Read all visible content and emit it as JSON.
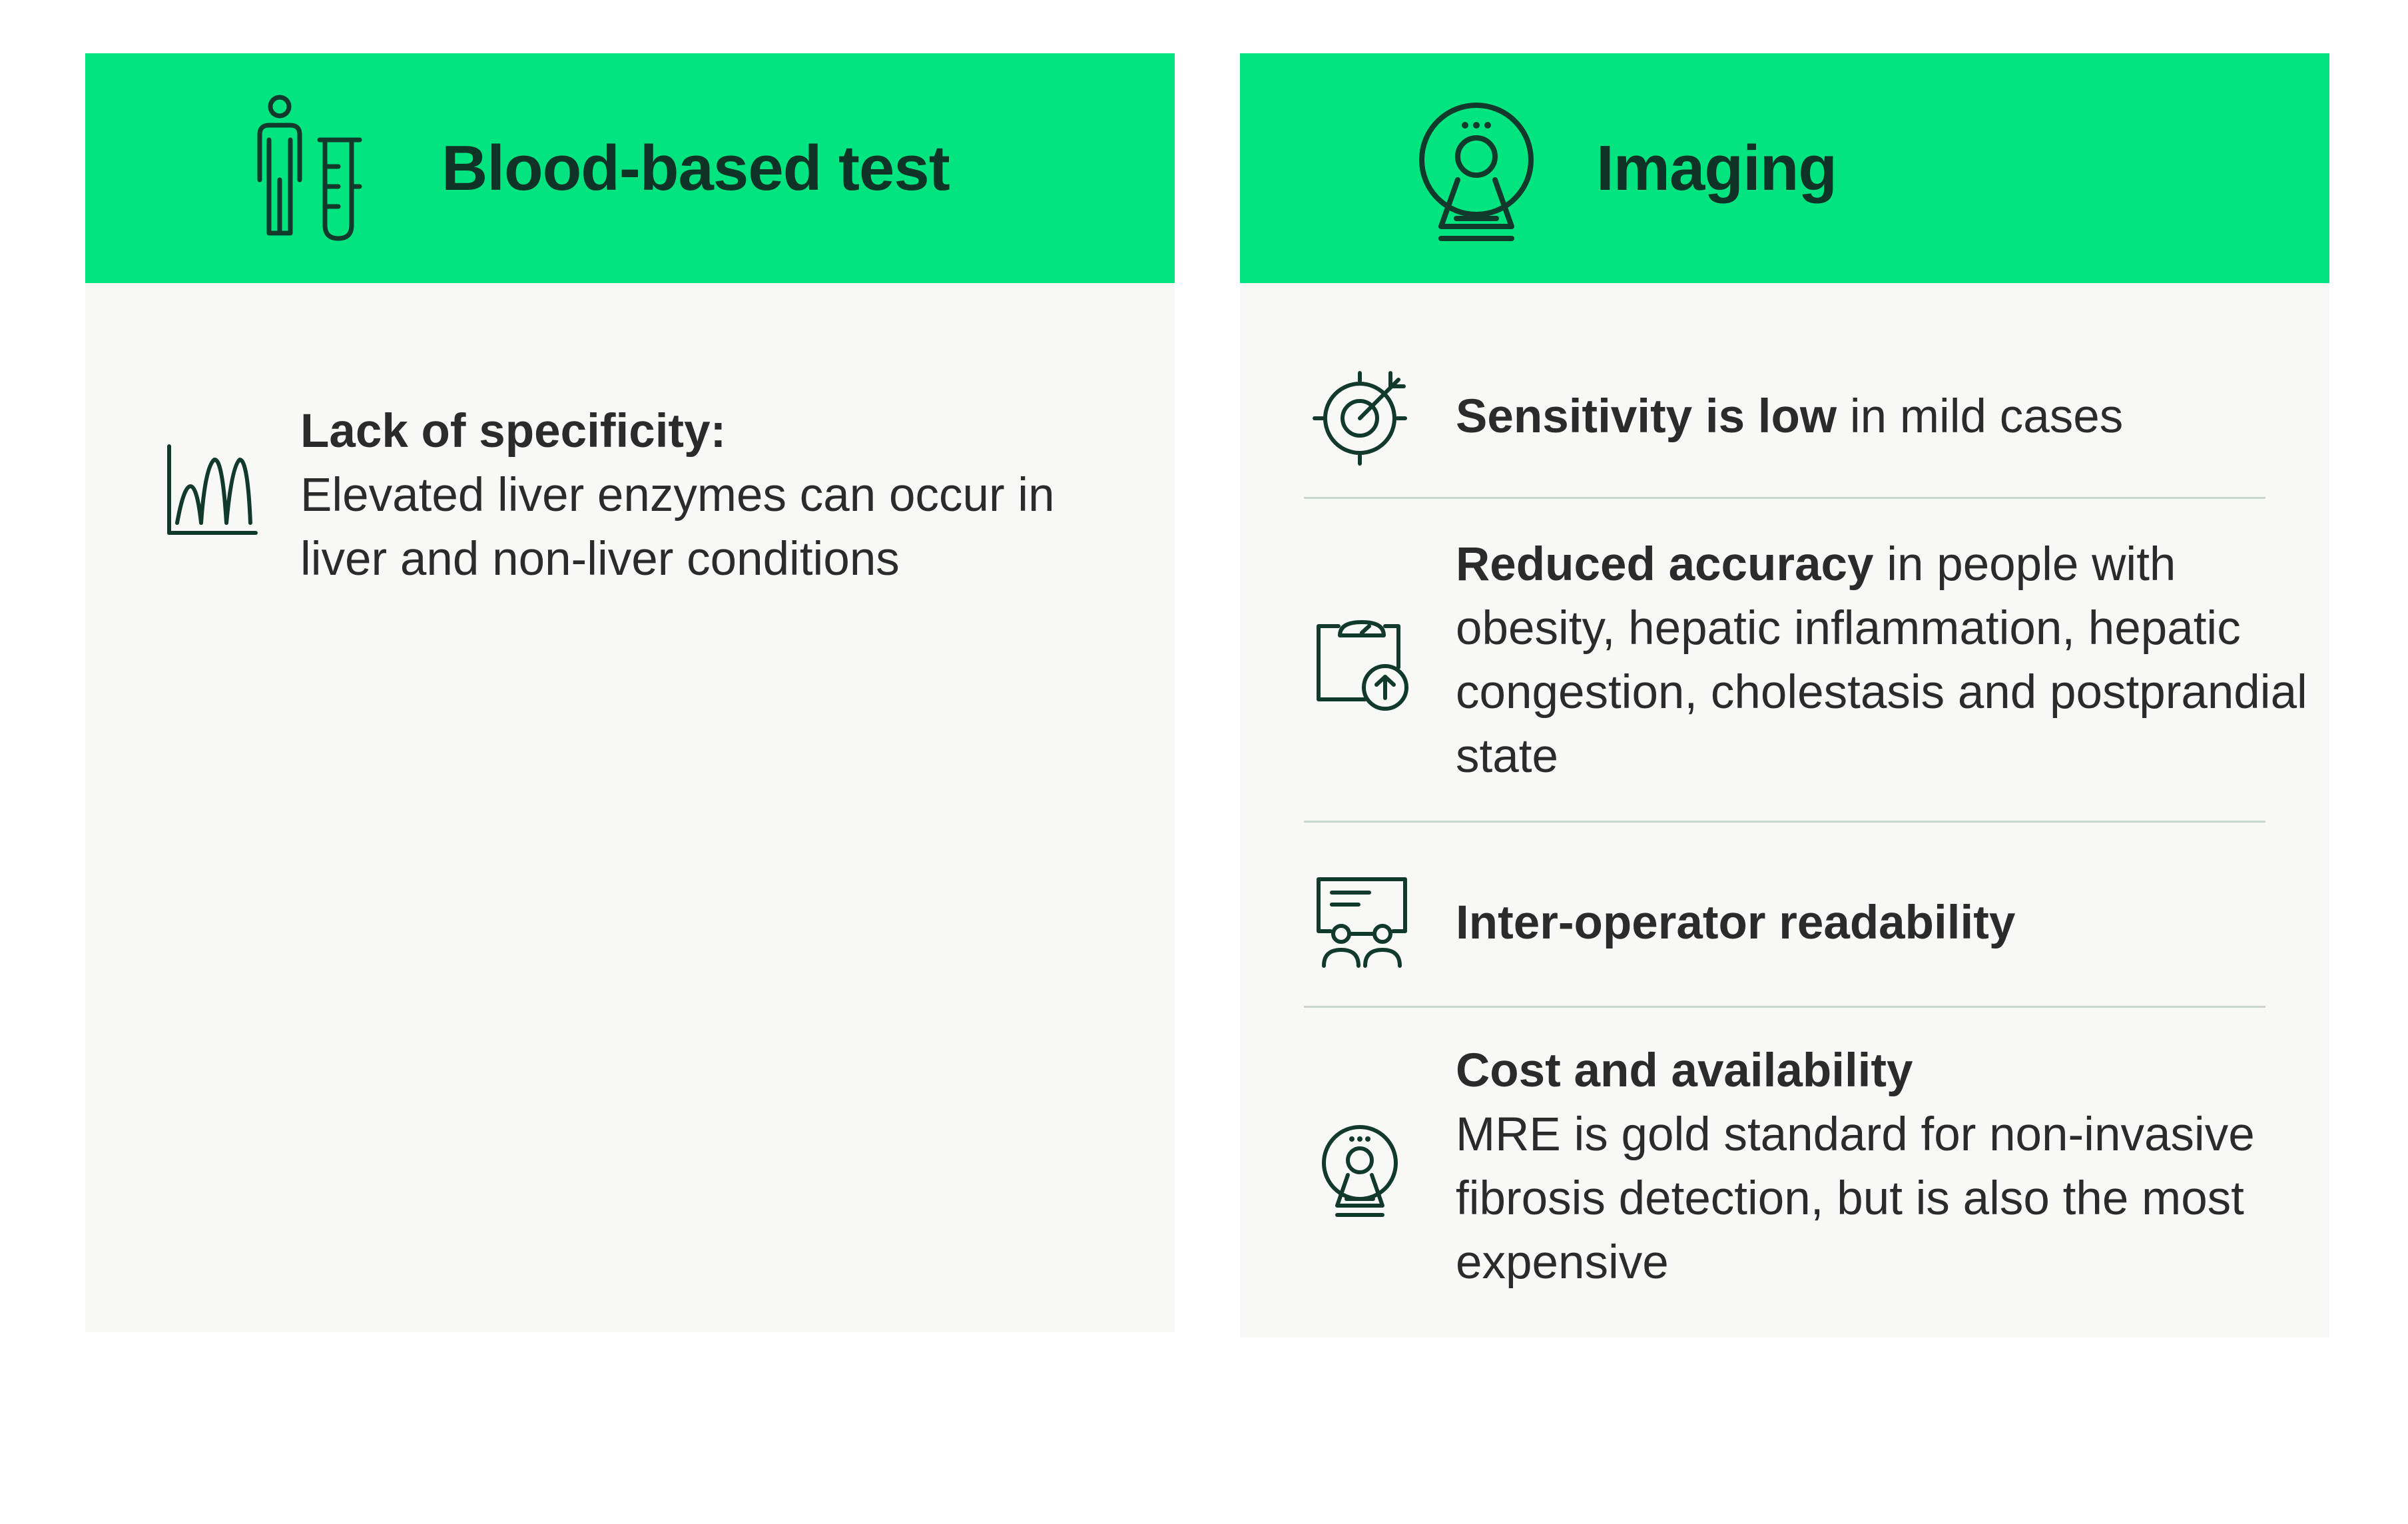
{
  "colors": {
    "header_green": "#02e47f",
    "card_bg": "#f8f8f7",
    "icon_dark": "#123a2c",
    "text": "#2b2b2b"
  },
  "left_card": {
    "title": "Blood-based test",
    "icon": "person-test-tube-icon",
    "items": [
      {
        "icon": "peaks-chart-icon",
        "heading": "Lack of specificity:",
        "text": "Elevated liver enzymes can occur in liver and non-liver conditions"
      }
    ]
  },
  "right_card": {
    "title": "Imaging",
    "icon": "mri-scanner-icon",
    "items": [
      {
        "icon": "target-icon",
        "bold": "Sensitivity is low",
        "rest": " in mild cases"
      },
      {
        "icon": "scale-up-icon",
        "bold": "Reduced accuracy",
        "rest": " in people with obesity, hepatic inflammation, hepatic congestion, cholestasis and postprandial state"
      },
      {
        "icon": "presentation-people-icon",
        "bold": "Inter-operator readability",
        "rest": ""
      },
      {
        "icon": "mri-scanner-small-icon",
        "heading": "Cost and availability",
        "text": "MRE is gold standard for non-invasive fibrosis detection, but is also the most expensive"
      }
    ]
  }
}
